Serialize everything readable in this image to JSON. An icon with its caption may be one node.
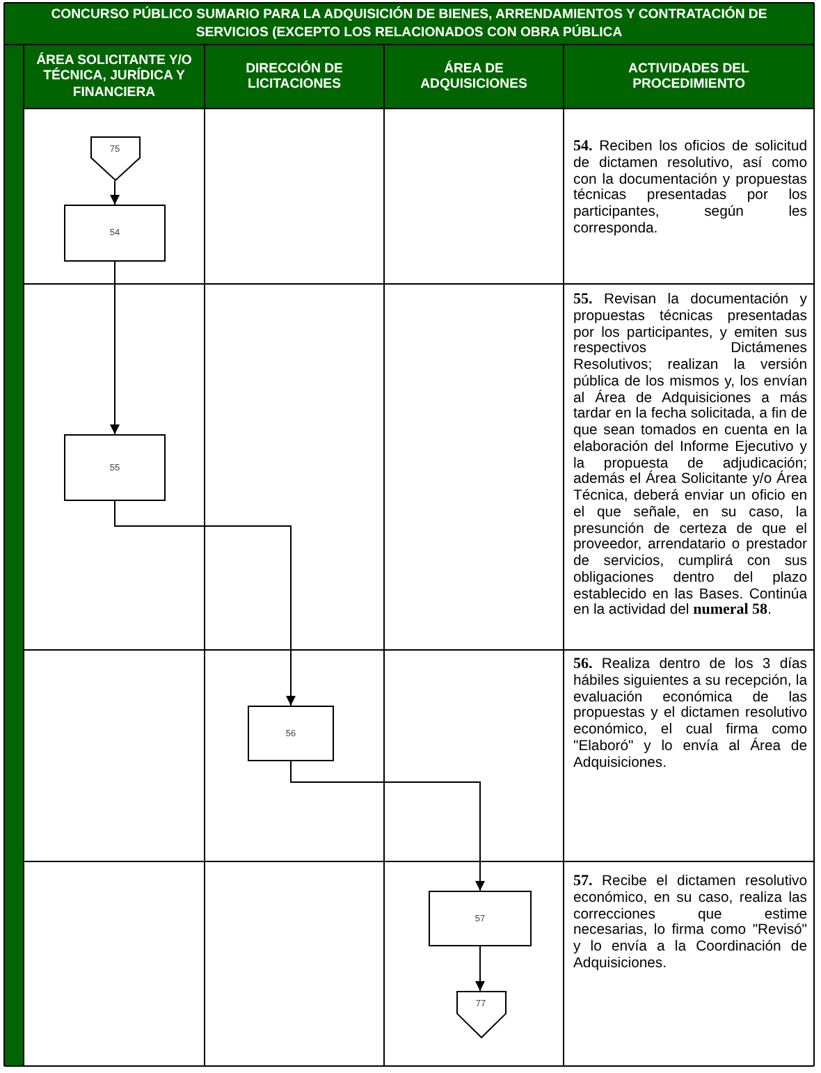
{
  "diagram": {
    "title": "CONCURSO PÚBLICO SUMARIO PARA LA ADQUISICIÓN DE BIENES, ARRENDAMIENTOS Y CONTRATACIÓN DE SERVICIOS (EXCEPTO LOS RELACIONADOS CON OBRA PÚBLICA",
    "nodes": [
      {
        "text": [
          "75"
        ]
      },
      {
        "text": [
          "54"
        ]
      },
      {
        "text": [
          "55"
        ]
      },
      {
        "text": [
          "56"
        ]
      },
      {
        "text": [
          "57"
        ]
      },
      {
        "text": [
          "77"
        ]
      }
    ],
    "edges": [
      {
        "from": 0,
        "to": 1,
        "arrow": "to"
      },
      {
        "from": 1,
        "to": 2,
        "arrow": "to"
      },
      {
        "from": 2,
        "to": 3,
        "arrow": "to"
      },
      {
        "from": 3,
        "to": 4,
        "arrow": "to"
      },
      {
        "from": 4,
        "to": 5,
        "arrow": "to"
      }
    ],
    "labels": [
      "ÁREA SOLICITANTE Y/O TÉCNICA, JURÍDICA Y FINANCIERA",
      "DIRECCIÓN DE LICITACIONES",
      "ÁREA DE ADQUISICIONES",
      "ACTIVIDADES DEL PROCEDIMIENTO",
      "**54.** Reciben los oficios de solicitud de dictamen resolutivo, así como con la documentación y propuestas técnicas presentadas por los participantes, según les corresponda.",
      "**55.** Revisan la documentación y propuestas técnicas presentadas por los participantes, y emiten sus respectivos Dictámenes Resolutivos; realizan la versión pública de los mismos y, los envían al Área de Adquisiciones a más tardar en la fecha solicitada, a fin de que sean tomados en cuenta en la elaboración del Informe Ejecutivo y la propuesta de adjudicación; además el Área Solicitante y/o Área Técnica, deberá enviar un oficio en el que señale, en su caso, la presunción de certeza de que el proveedor, arrendatario o prestador de servicios, cumplirá con sus obligaciones dentro del plazo establecido en las Bases. Continúa en la actividad del **numeral 58**.",
      "**56.** Realiza dentro de los 3 días hábiles siguientes a su recepción, la evaluación económica de las propuestas y el dictamen resolutivo económico, el cual firma como \"Elaboró\" y lo envía al Área de Adquisiciones.",
      "**57.** Recibe el dictamen resolutivo económico, en su caso, realiza las correcciones que estime necesarias, lo firma como \"Revisó\" y lo envía a la Coordinación de Adquisiciones."
    ]
  }
}
